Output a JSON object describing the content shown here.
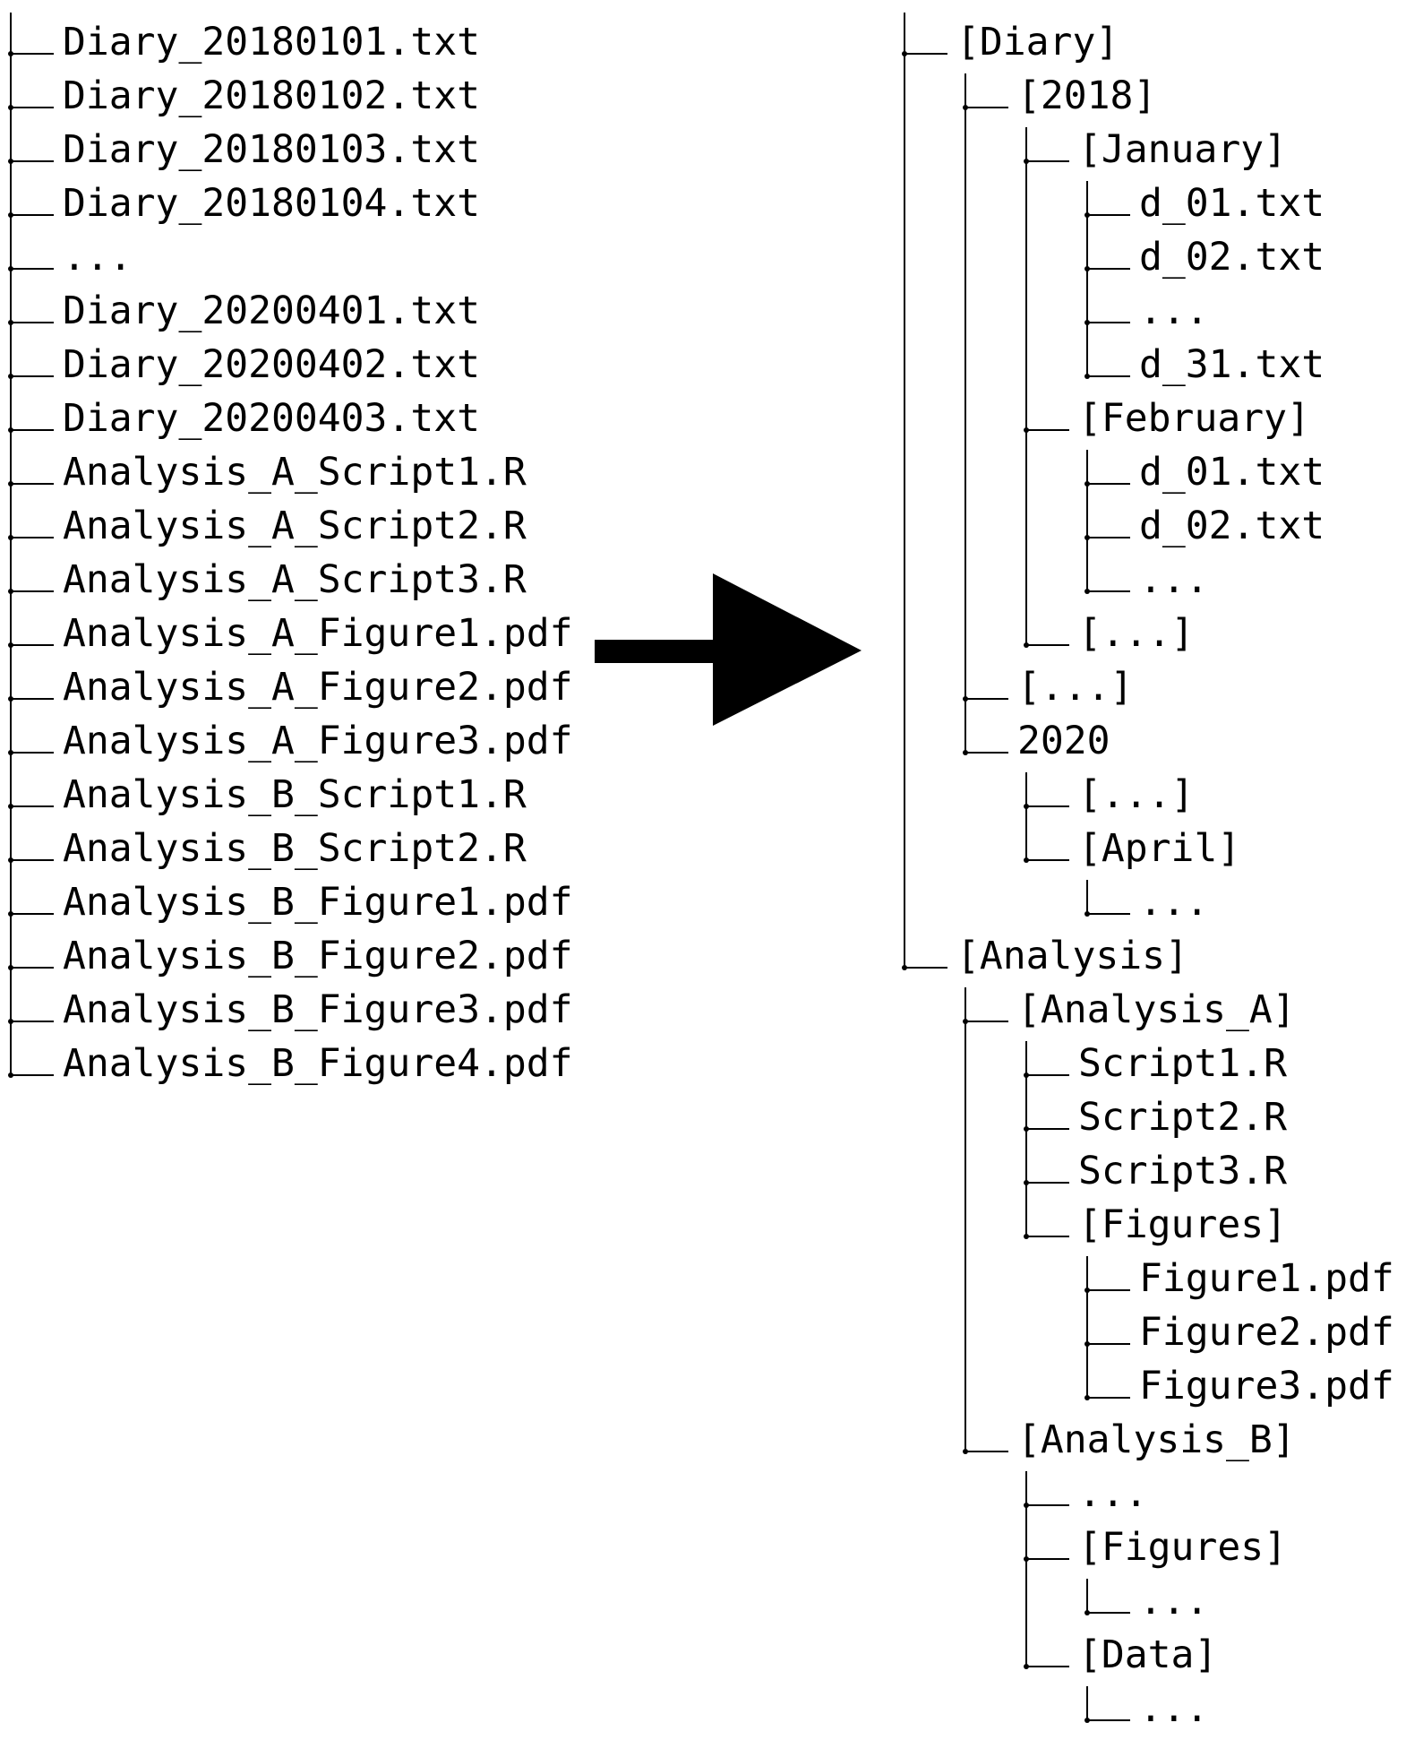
{
  "flat_list": [
    "Diary_20180101.txt",
    "Diary_20180102.txt",
    "Diary_20180103.txt",
    "Diary_20180104.txt",
    "...",
    "Diary_20200401.txt",
    "Diary_20200402.txt",
    "Diary_20200403.txt",
    "Analysis_A_Script1.R",
    "Analysis_A_Script2.R",
    "Analysis_A_Script3.R",
    "Analysis_A_Figure1.pdf",
    "Analysis_A_Figure2.pdf",
    "Analysis_A_Figure3.pdf",
    "Analysis_B_Script1.R",
    "Analysis_B_Script2.R",
    "Analysis_B_Figure1.pdf",
    "Analysis_B_Figure2.pdf",
    "Analysis_B_Figure3.pdf",
    "Analysis_B_Figure4.pdf"
  ],
  "structured_tree": [
    {
      "label": "[Diary]",
      "depth": 0
    },
    {
      "label": "[2018]",
      "depth": 1
    },
    {
      "label": "[January]",
      "depth": 2
    },
    {
      "label": "d_01.txt",
      "depth": 3
    },
    {
      "label": "d_02.txt",
      "depth": 3
    },
    {
      "label": "...",
      "depth": 3
    },
    {
      "label": "d_31.txt",
      "depth": 3
    },
    {
      "label": "[February]",
      "depth": 2
    },
    {
      "label": "d_01.txt",
      "depth": 3
    },
    {
      "label": "d_02.txt",
      "depth": 3
    },
    {
      "label": "...",
      "depth": 3
    },
    {
      "label": "[...]",
      "depth": 2
    },
    {
      "label": "[...]",
      "depth": 1
    },
    {
      "label": "2020",
      "depth": 1
    },
    {
      "label": "[...]",
      "depth": 2
    },
    {
      "label": "[April]",
      "depth": 2
    },
    {
      "label": "...",
      "depth": 3
    },
    {
      "label": "[Analysis]",
      "depth": 0
    },
    {
      "label": "[Analysis_A]",
      "depth": 1
    },
    {
      "label": "Script1.R",
      "depth": 2
    },
    {
      "label": "Script2.R",
      "depth": 2
    },
    {
      "label": "Script3.R",
      "depth": 2
    },
    {
      "label": "[Figures]",
      "depth": 2
    },
    {
      "label": "Figure1.pdf",
      "depth": 3
    },
    {
      "label": "Figure2.pdf",
      "depth": 3
    },
    {
      "label": "Figure3.pdf",
      "depth": 3
    },
    {
      "label": "[Analysis_B]",
      "depth": 1
    },
    {
      "label": "...",
      "depth": 2
    },
    {
      "label": "[Figures]",
      "depth": 2
    },
    {
      "label": "...",
      "depth": 3
    },
    {
      "label": "[Data]",
      "depth": 2
    },
    {
      "label": "...",
      "depth": 3
    }
  ],
  "arrow": {
    "icon": "right-arrow-icon",
    "color": "#000000"
  }
}
